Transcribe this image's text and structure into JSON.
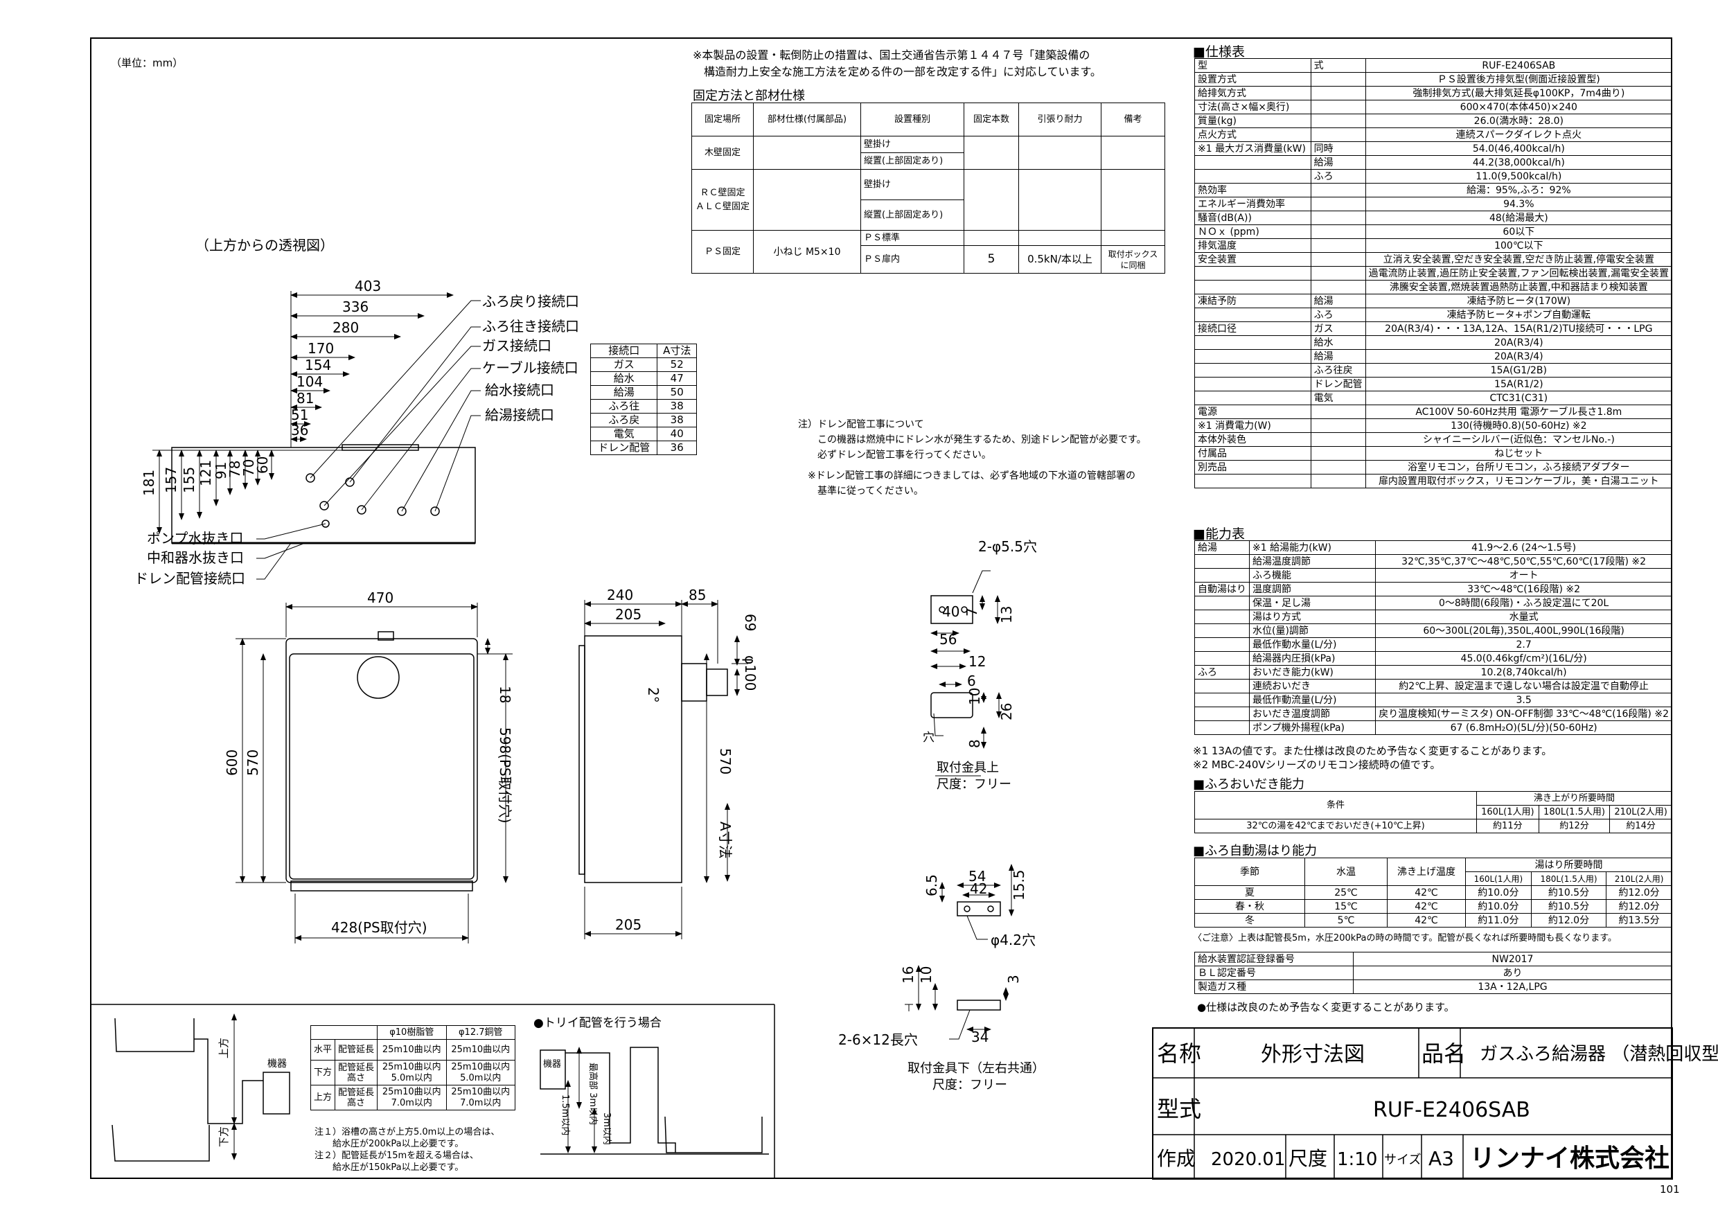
{
  "unit_label": "（単位：mm）",
  "top_note": [
    "※本製品の設置・転倒防止の措置は、国土交通省告示第１４４７号「建築設備の",
    "構造耐力上安全な施工方法を定める件の一部を改定する件」に対応しています。"
  ],
  "fix_title": "固定方法と部材仕様",
  "fix_headers": [
    "固定場所",
    "部材仕様(付属部品)",
    "設置種別",
    "固定本数",
    "引張り耐力",
    "備考"
  ],
  "fix_rows": {
    "wood": "木壁固定",
    "wood_sub1": "壁掛け",
    "wood_sub2": "縦置(上部固定あり)",
    "rc": "ＲＣ壁固定 ＡＬＣ壁固定",
    "rc_sub1": "壁掛け",
    "rc_sub2": "縦置(上部固定あり)",
    "ps": "ＰＳ固定",
    "ps_parts": "小ねじ M5×10",
    "ps_sub1": "ＰＳ標準",
    "ps_sub2": "ＰＳ扉内",
    "ps_count": "5",
    "ps_force": "0.5kN/本以上",
    "ps_note": "取付ボックス に同梱"
  },
  "view_label": "（上方からの透視図）",
  "top_dims": [
    "403",
    "336",
    "280",
    "170",
    "154",
    "104",
    "81",
    "51",
    "36"
  ],
  "left_dims": [
    "181",
    "157",
    "155",
    "121",
    "91",
    "78",
    "70",
    "60"
  ],
  "connection_labels": [
    "ふろ戻り接続口",
    "ふろ往き接続口",
    "ガス接続口",
    "ケーブル接続口",
    "給水接続口",
    "給湯接続口"
  ],
  "bottom_labels": [
    "ポンプ水抜き口",
    "中和器水抜き口",
    "ドレン配管接続口"
  ],
  "a_table": {
    "headers": [
      "接続口",
      "A寸法"
    ],
    "rows": [
      [
        "ガス",
        "52"
      ],
      [
        "給水",
        "47"
      ],
      [
        "給湯",
        "50"
      ],
      [
        "ふろ往",
        "38"
      ],
      [
        "ふろ戻",
        "38"
      ],
      [
        "電気",
        "40"
      ],
      [
        "ドレン配管",
        "36"
      ]
    ]
  },
  "drain_note": [
    "注）ドレン配管工事について",
    "この機器は燃焼中にドレン水が発生するため、別途ドレン配管が必要です。",
    "必ずドレン配管工事を行ってください。",
    "※ドレン配管工事の詳細につきましては、必ず各地域の下水道の管轄部署の",
    "基準に従ってください。"
  ],
  "front_dims": {
    "w470": "470",
    "h600": "600",
    "h570": "570",
    "d18": "18",
    "d598": "598(PS取付穴)",
    "d428": "428(PS取付穴)"
  },
  "side_dims": {
    "d240": "240",
    "d85": "85",
    "d205": "205",
    "d69": "69",
    "phi100": "φ100",
    "deg2": "2°",
    "h570": "570",
    "a_dim": "A寸法",
    "d205b": "205"
  },
  "bracket_upper": {
    "hole": "2-φ5.5穴",
    "d40": "40",
    "d56": "56",
    "d7": "7",
    "d13": "13",
    "d12": "12",
    "d6": "6",
    "d10": "10",
    "d26": "26",
    "d8": "8",
    "hole2": "穴",
    "title": "取付金具上",
    "scale": "尺度：フリー"
  },
  "bracket_lower": {
    "d65": "6.5",
    "d155": "15.5",
    "d54": "54",
    "d42": "42",
    "hole": "φ4.2穴",
    "d16": "16",
    "d10": "10",
    "d3": "3",
    "holes": "2-6×12長穴",
    "d34": "34",
    "title": "取付金具下（左右共通）",
    "scale": "尺度：フリー"
  },
  "pipe_table": {
    "headers": [
      "",
      "",
      "φ10樹脂管",
      "φ12.7銅管"
    ],
    "rows": [
      [
        "水平",
        "配管延長",
        "25m10曲以内",
        "25m10曲以内"
      ],
      [
        "下方",
        "配管延長 高さ",
        "25m10曲以内 5.0m以内",
        "25m10曲以内 5.0m以内"
      ],
      [
        "上方",
        "配管延長 高さ",
        "25m10曲以内 7.0m以内",
        "25m10曲以内 7.0m以内"
      ]
    ],
    "notes": [
      "注１）浴槽の高さが上方5.0m以上の場合は、",
      "給水圧が200kPa以上必要です。",
      "注２）配管延長が15mを超える場合は、",
      "給水圧が150kPa以上必要です。"
    ],
    "kiki": "機器",
    "up": "上方",
    "down": "下方"
  },
  "trap": {
    "title": "●トリイ配管を行う場合",
    "kiki": "機器",
    "label1": "最高部 3m以内",
    "label2": "1.5m以内",
    "label3": "3m以内"
  },
  "spec_title": "■仕様表",
  "spec": [
    [
      "型",
      "式",
      "RUF-E2406SAB"
    ],
    [
      "設置方式",
      "",
      "ＰＳ設置後方排気型(側面近接設置型)"
    ],
    [
      "給排気方式",
      "",
      "強制排気方式(最大排気延長φ100KP，7m4曲り)"
    ],
    [
      "寸法(高さ×幅×奥行)",
      "",
      "600×470(本体450)×240"
    ],
    [
      "質量(kg)",
      "",
      "26.0(満水時：28.0)"
    ],
    [
      "点火方式",
      "",
      "連続スパークダイレクト点火"
    ],
    [
      "※1 最大ガス消費量(kW)",
      "同時",
      "54.0(46,400kcal/h)"
    ],
    [
      "",
      "給湯",
      "44.2(38,000kcal/h)"
    ],
    [
      "",
      "ふろ",
      "11.0(9,500kcal/h)"
    ],
    [
      "熱効率",
      "",
      "給湯：95%,ふろ：92%"
    ],
    [
      "エネルギー消費効率",
      "",
      "94.3%"
    ],
    [
      "騒音(dB(A))",
      "",
      "48(給湯最大)"
    ],
    [
      "ＮＯｘ (ppm)",
      "",
      "60以下"
    ],
    [
      "排気温度",
      "",
      "100℃以下"
    ],
    [
      "安全装置",
      "",
      "立消え安全装置,空だき安全装置,空だき防止装置,停電安全装置"
    ],
    [
      "",
      "",
      "過電流防止装置,過圧防止安全装置,ファン回転検出装置,漏電安全装置"
    ],
    [
      "",
      "",
      "沸騰安全装置,燃焼装置過熱防止装置,中和器詰まり検知装置"
    ],
    [
      "凍結予防",
      "給湯",
      "凍結予防ヒータ(170W)"
    ],
    [
      "",
      "ふろ",
      "凍結予防ヒータ+ポンプ自動運転"
    ],
    [
      "接続口径",
      "ガス",
      "20A(R3/4)・・・13A,12A、15A(R1/2)TU接続可・・・LPG"
    ],
    [
      "",
      "給水",
      "20A(R3/4)"
    ],
    [
      "",
      "給湯",
      "20A(R3/4)"
    ],
    [
      "",
      "ふろ往戻",
      "15A(G1/2B)"
    ],
    [
      "",
      "ドレン配管",
      "15A(R1/2)"
    ],
    [
      "",
      "電気",
      "CTC31(C31)"
    ],
    [
      "電源",
      "",
      "AC100V 50-60Hz共用 電源ケーブル長さ1.8m"
    ],
    [
      "※1 消費電力(W)",
      "",
      "130(待機時0.8)(50-60Hz) ※2"
    ],
    [
      "本体外装色",
      "",
      "シャイニーシルバー(近似色：マンセルNo.-)"
    ],
    [
      "付属品",
      "",
      "ねじセット"
    ],
    [
      "別売品",
      "",
      "浴室リモコン，台所リモコン，ふろ接続アダプター"
    ],
    [
      "",
      "",
      "扉内設置用取付ボックス，リモコンケーブル，美・白湯ユニット"
    ]
  ],
  "perf_title": "■能力表",
  "perf": [
    [
      "給湯",
      "※1 給湯能力(kW)",
      "41.9～2.6 (24～1.5号)"
    ],
    [
      "",
      "給湯温度調節",
      "32℃,35℃,37℃～48℃,50℃,55℃,60℃(17段階) ※2"
    ],
    [
      "",
      "ふろ機能",
      "オート"
    ],
    [
      "自動湯はり",
      "温度調節",
      "33℃～48℃(16段階) ※2"
    ],
    [
      "",
      "保温・足し湯",
      "0～8時間(6段階)・ふろ設定温にて20L"
    ],
    [
      "",
      "湯はり方式",
      "水量式"
    ],
    [
      "",
      "水位(量)調節",
      "60～300L(20L毎),350L,400L,990L(16段階)"
    ],
    [
      "",
      "最低作動水量(L/分)",
      "2.7"
    ],
    [
      "",
      "給湯器内圧損(kPa)",
      "45.0(0.46kgf/cm²)(16L/分)"
    ],
    [
      "ふろ",
      "おいだき能力(kW)",
      "10.2(8,740kcal/h)"
    ],
    [
      "",
      "連続おいだき",
      "約2℃上昇、設定温まで遠しない場合は設定温で自動停止"
    ],
    [
      "",
      "最低作動流量(L/分)",
      "3.5"
    ],
    [
      "",
      "おいだき温度調節",
      "戻り温度検知(サーミスタ) ON-OFF制御 33℃～48℃(16段階) ※2"
    ],
    [
      "",
      "ポンプ機外揚程(kPa)",
      "67 (6.8mH₂O)(5L/分)(50-60Hz)"
    ]
  ],
  "perf_notes": [
    "※1 13Aの値です。また仕様は改良のため予告なく変更することがあります。",
    "※2 MBC-240Vシリーズのリモコン接続時の値です。"
  ],
  "oidaki_title": "■ふろおいだき能力",
  "oidaki": {
    "h1": "条件",
    "h2": "沸き上がり所要時間",
    "cols": [
      "160L(1人用)",
      "180L(1.5人用)",
      "210L(2人用)"
    ],
    "cond": "32℃の湯を42℃までおいだき(+10℃上昇)",
    "vals": [
      "約11分",
      "約12分",
      "約14分"
    ]
  },
  "yuhari_title": "■ふろ自動湯はり能力",
  "yuhari": {
    "headers": [
      "季節",
      "水温",
      "沸き上げ温度",
      "湯はり所要時間"
    ],
    "cols": [
      "160L(1人用)",
      "180L(1.5人用)",
      "210L(2人用)"
    ],
    "rows": [
      [
        "夏",
        "25℃",
        "42℃",
        "約10.0分",
        "約10.5分",
        "約12.0分"
      ],
      [
        "春・秋",
        "15℃",
        "42℃",
        "約10.0分",
        "約10.5分",
        "約12.0分"
      ],
      [
        "冬",
        "5℃",
        "42℃",
        "約11.0分",
        "約12.0分",
        "約13.5分"
      ]
    ],
    "note": "〈ご注意〉上表は配管長5m，水圧200kPaの時の時間です。配管が長くなれば所要時間も長くなります。"
  },
  "cert": [
    [
      "給水装置認証登録番号",
      "NW2017"
    ],
    [
      "ＢＬ認定番号",
      "あり"
    ],
    [
      "製造ガス種",
      "13A・12A,LPG"
    ]
  ],
  "cert_note": "●仕様は改良のため予告なく変更することがあります。",
  "title_block": {
    "name_label": "名称",
    "name": "外形寸法図",
    "product_label": "品名",
    "product": "ガスふろ給湯器 （潜熱回収型）",
    "model_label": "型式",
    "model": "RUF-E2406SAB",
    "made_label": "作成",
    "date": "2020.01",
    "scale_label": "尺度",
    "scale": "1:10",
    "size_label": "サイズ",
    "size": "A3",
    "company": "リンナイ株式会社"
  },
  "page_no": "101"
}
